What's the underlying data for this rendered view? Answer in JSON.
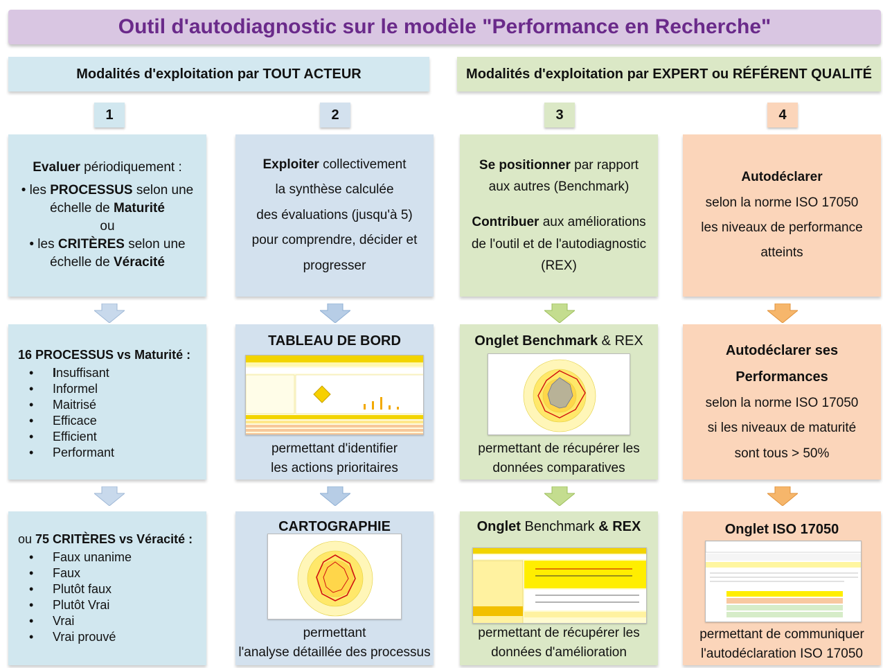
{
  "title": "Outil d'autodiagnostic sur le modèle \"Performance en Recherche\"",
  "sections": {
    "left": "Modalités d'exploitation par TOUT ACTEUR",
    "right": "Modalités d'exploitation par  EXPERT ou RÉFÉRENT QUALITÉ"
  },
  "numbers": [
    "1",
    "2",
    "3",
    "4"
  ],
  "col1": {
    "top": {
      "l1_bold": "Evaluer",
      "l1_rest": " périodiquement :",
      "l2_pre": "• les ",
      "l2_bold": "PROCESSUS",
      "l2_rest": " selon une",
      "l3_pre": "échelle de ",
      "l3_bold": "Maturité",
      "l4": "ou",
      "l5_pre": "• les ",
      "l5_bold": "CRITÈRES",
      "l5_rest": " selon une",
      "l6_pre": "échelle de ",
      "l6_bold": "Véracité"
    },
    "mid": {
      "title": "16 PROCESSUS vs Maturité :",
      "items": [
        {
          "first": "I",
          "rest": "nsuffisant"
        },
        {
          "first": "",
          "rest": "Informel"
        },
        {
          "first": "",
          "rest": "Maitrisé"
        },
        {
          "first": "",
          "rest": "Efficace"
        },
        {
          "first": "",
          "rest": "Efficient"
        },
        {
          "first": "",
          "rest": "Performant"
        }
      ]
    },
    "bot": {
      "title_pre": "ou ",
      "title_bold": "75 CRITÈRES vs Véracité :",
      "items": [
        "Faux unanime",
        "Faux",
        "Plutôt faux",
        "Plutôt Vrai",
        "Vrai",
        "Vrai prouvé"
      ]
    }
  },
  "col2": {
    "top": {
      "l1_bold": "Exploiter",
      "l1_rest": " collectivement",
      "l2": "la synthèse  calculée",
      "l3": "des évaluations (jusqu'à 5)",
      "l4": "pour  comprendre, décider et",
      "l5": "progresser"
    },
    "mid": {
      "title": "TABLEAU DE BORD",
      "c1": "permettant d'identifier",
      "c2": "les actions prioritaires"
    },
    "bot": {
      "title": "CARTOGRAPHIE",
      "c1": "permettant",
      "c2": "l'analyse détaillée des processus"
    }
  },
  "col3": {
    "top": {
      "l1_bold": "Se positionner",
      "l1_rest": " par rapport",
      "l2": "aux autres (Benchmark)",
      "l3_bold": "Contribuer",
      "l3_rest": " aux améliorations",
      "l4": "de l'outil et de l'autodiagnostic",
      "l5": "(REX)"
    },
    "mid": {
      "title_bold": "Onglet Benchmark",
      "title_rest": " & REX",
      "c1": "permettant de récupérer les",
      "c2": "données comparatives"
    },
    "bot": {
      "title_bold1": "Onglet",
      "title_rest": " Benchmark ",
      "title_bold2": "& REX",
      "c1": "permettant de récupérer les",
      "c2": "données  d'amélioration"
    }
  },
  "col4": {
    "top": {
      "l1": "Autodéclarer",
      "l2": "selon la norme ISO 17050",
      "l3": "les niveaux de performance",
      "l4": "atteints"
    },
    "mid": {
      "title": "Autodéclarer ses Performances",
      "l2": "selon la norme ISO 17050",
      "l3": "si les niveaux de  maturité",
      "l4": "sont tous > 50%"
    },
    "bot": {
      "title": "Onglet ISO 17050",
      "c1": "permettant  de communiquer",
      "c2": "l'autodéclaration ISO 17050"
    }
  },
  "colors": {
    "title": "#6a2a8a",
    "blue_box": "#d1e7ef",
    "green_box": "#dbe8c6",
    "orange_box": "#fbd5ba",
    "arrow_blue": "#b7cde6",
    "arrow_green": "#c4dd8f",
    "arrow_orange": "#f6b66b"
  }
}
